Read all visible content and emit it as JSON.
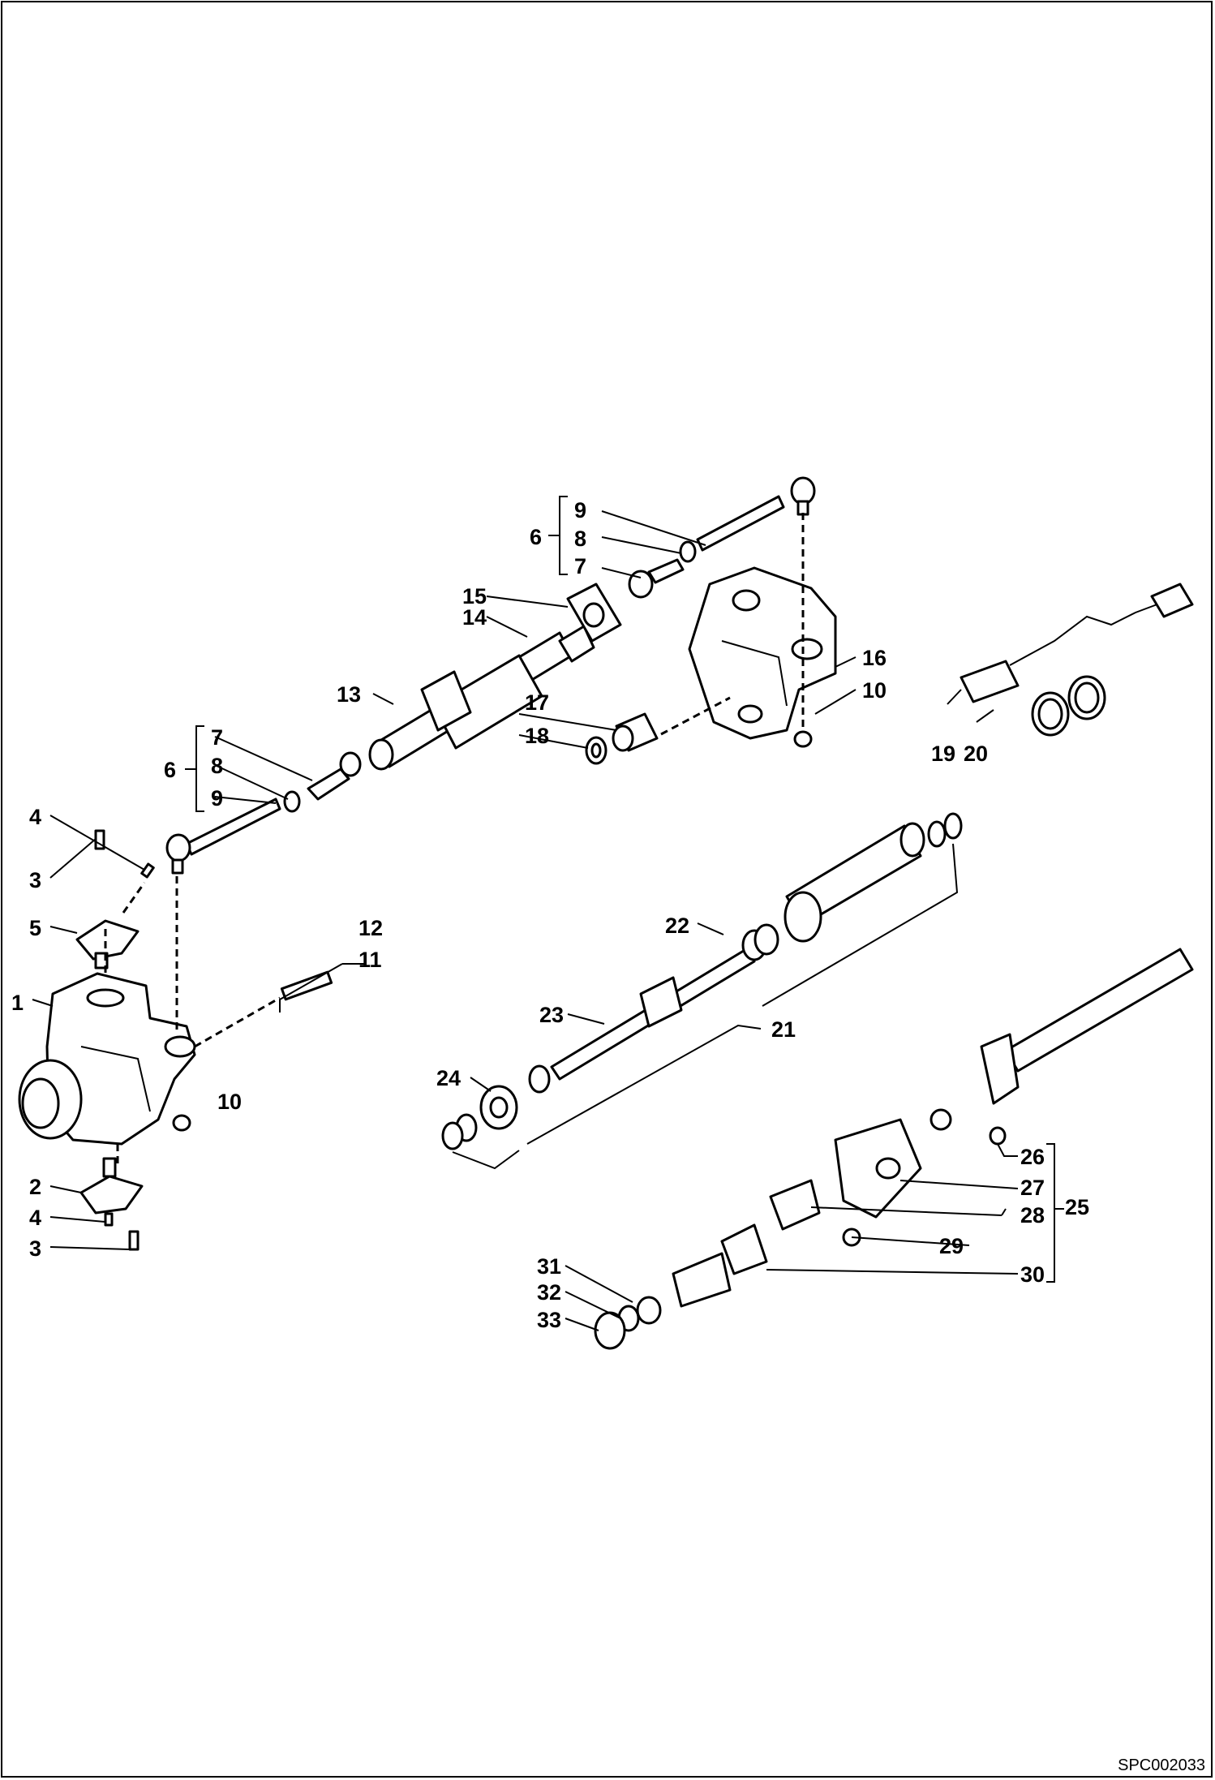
{
  "drawing_code": "SPC002033",
  "callouts": [
    "1",
    "2",
    "3",
    "4",
    "5",
    "6",
    "7",
    "8",
    "9",
    "10",
    "11",
    "12",
    "13",
    "14",
    "15",
    "16",
    "17",
    "18",
    "19",
    "20",
    "21",
    "22",
    "23",
    "24",
    "25",
    "26",
    "27",
    "28",
    "29",
    "30",
    "31",
    "32",
    "33"
  ]
}
